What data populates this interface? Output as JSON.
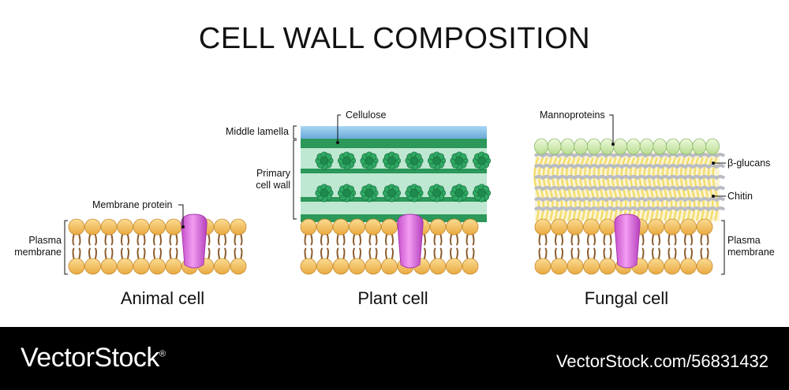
{
  "title": "CELL WALL COMPOSITION",
  "cells": {
    "animal": {
      "label": "Animal cell",
      "membrane_label": "Plasma membrane",
      "protein_label": "Membrane protein"
    },
    "plant": {
      "label": "Plant cell",
      "middle_lamella_label": "Middle lamella",
      "primary_wall_label": "Primary cell wall",
      "cellulose_label": "Cellulose"
    },
    "fungal": {
      "label": "Fungal cell",
      "mannoproteins_label": "Mannoproteins",
      "glucans_label": "β-glucans",
      "chitin_label": "Chitin",
      "membrane_label": "Plasma membrane"
    }
  },
  "colors": {
    "lipid_head": "#f5c46a",
    "lipid_tail": "#8a5a2b",
    "membrane_protein": "#e070e0",
    "middle_lamella": "#8cc4ea",
    "cellulose": "#2f9e5e",
    "mannoprotein": "#d8f0b8",
    "chitin": "#f3dc6a",
    "glucan": "#b8bcc4"
  },
  "footer": {
    "brand": "VectorStock",
    "trademark": "®",
    "image_id": "VectorStock.com/56831432"
  }
}
